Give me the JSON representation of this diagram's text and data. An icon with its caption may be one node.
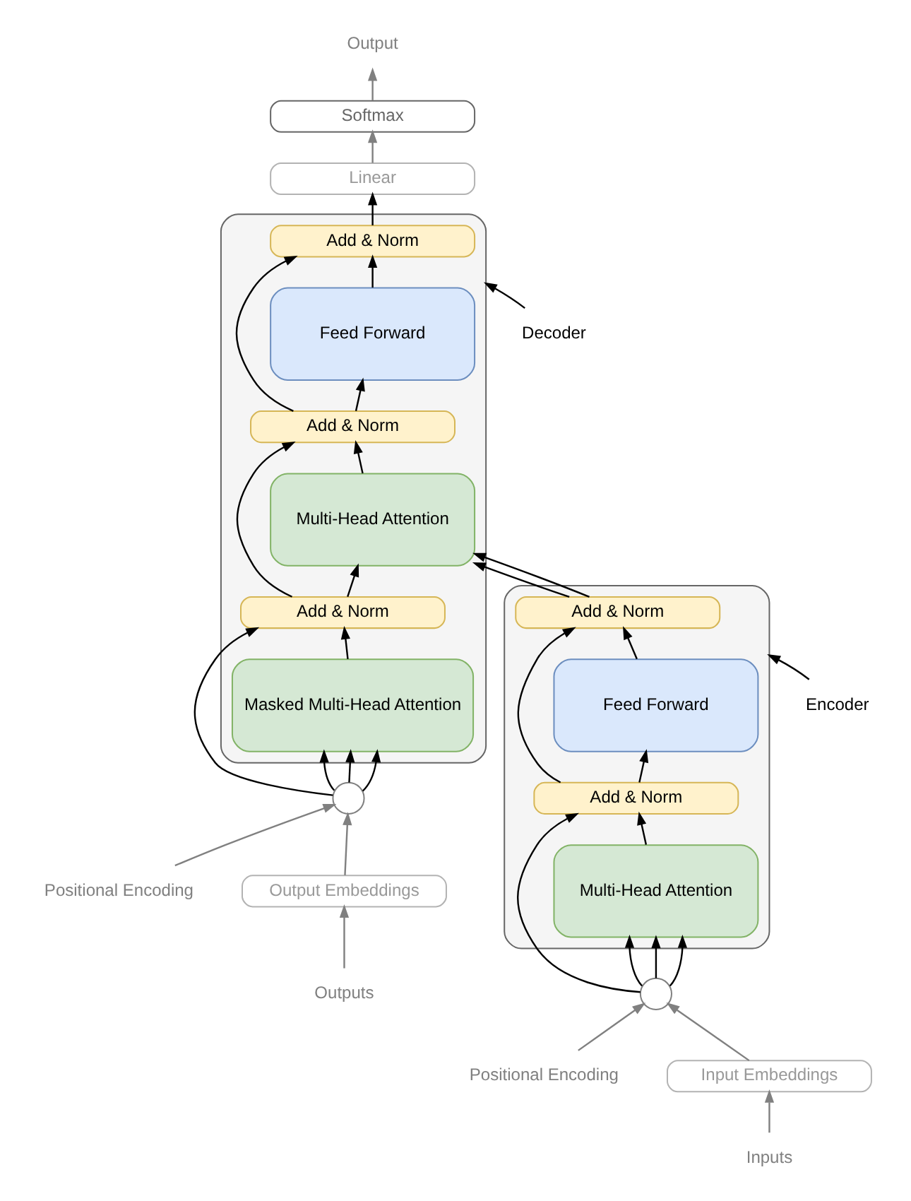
{
  "diagram": {
    "nodes": [
      {
        "text": [
          "Output"
        ]
      },
      {
        "text": [
          "Softmax"
        ]
      },
      {
        "text": [
          "Linear"
        ]
      },
      {
        "text": [
          "Decoder"
        ]
      },
      {
        "text": [],
        "shape": "box"
      },
      {
        "text": [
          "Add & Norm"
        ],
        "in": 4
      },
      {
        "text": [
          "Feed Forward"
        ],
        "in": 4
      },
      {
        "text": [
          "Add & Norm"
        ],
        "in": 4
      },
      {
        "text": [
          "Multi-Head Attention"
        ],
        "in": 4
      },
      {
        "text": [
          "Add & Norm"
        ],
        "in": 4
      },
      {
        "text": [
          "Masked Multi-Head Attention"
        ],
        "in": 4
      },
      {
        "text": [
          "Encoder"
        ]
      },
      {
        "text": [],
        "shape": "box"
      },
      {
        "text": [
          "Add & Norm"
        ],
        "in": 12
      },
      {
        "text": [
          "Feed Forward"
        ],
        "in": 12
      },
      {
        "text": [
          "Add & Norm"
        ],
        "in": 12
      },
      {
        "text": [
          "Multi-Head Attention"
        ],
        "in": 12
      },
      {
        "text": [
          "Positional Encoding"
        ]
      },
      {
        "text": [],
        "shape": "circle"
      },
      {
        "text": [],
        "shape": "circle"
      },
      {
        "text": [
          "Positional Encoding"
        ]
      },
      {
        "text": [
          "Input Embeddings"
        ]
      },
      {
        "text": [
          "Output Embeddings"
        ]
      },
      {
        "text": [
          "Inputs"
        ]
      },
      {
        "text": [
          "Outputs"
        ]
      }
    ],
    "edges": [
      {
        "from": 23,
        "to": 21,
        "arrow": "to",
        "color": "#808080"
      },
      {
        "from": 21,
        "to": 18,
        "arrow": "to",
        "color": "#808080"
      },
      {
        "from": 17,
        "to": 18,
        "arrow": "to",
        "color": "#808080"
      },
      {
        "from": 18,
        "to": 16,
        "arrow": "to"
      },
      {
        "from": 18,
        "to": 16,
        "arrow": "to"
      },
      {
        "from": 18,
        "to": 16,
        "arrow": "to"
      },
      {
        "from": 18,
        "to": 15,
        "arrow": "to"
      },
      {
        "from": 16,
        "to": 15,
        "arrow": "to"
      },
      {
        "from": 15,
        "to": 14,
        "arrow": "to"
      },
      {
        "from": 15,
        "to": 13,
        "arrow": "to"
      },
      {
        "from": 14,
        "to": 13,
        "arrow": "to"
      },
      {
        "from": 13,
        "to": 8,
        "arrow": "to"
      },
      {
        "from": 13,
        "to": 8,
        "arrow": "to"
      },
      {
        "from": 11,
        "to": 12,
        "arrow": "to"
      },
      {
        "from": 24,
        "to": 22,
        "arrow": "to",
        "color": "#808080"
      },
      {
        "from": 22,
        "to": 19,
        "arrow": "to",
        "color": "#808080"
      },
      {
        "from": 20,
        "to": 19,
        "arrow": "to",
        "color": "#808080"
      },
      {
        "from": 19,
        "to": 10,
        "arrow": "to"
      },
      {
        "from": 19,
        "to": 10,
        "arrow": "to"
      },
      {
        "from": 19,
        "to": 10,
        "arrow": "to"
      },
      {
        "from": 19,
        "to": 9,
        "arrow": "to"
      },
      {
        "from": 10,
        "to": 9,
        "arrow": "to"
      },
      {
        "from": 9,
        "to": 8,
        "arrow": "to"
      },
      {
        "from": 9,
        "to": 7,
        "arrow": "to"
      },
      {
        "from": 8,
        "to": 7,
        "arrow": "to"
      },
      {
        "from": 7,
        "to": 6,
        "arrow": "to"
      },
      {
        "from": 7,
        "to": 5,
        "arrow": "to"
      },
      {
        "from": 6,
        "to": 5,
        "arrow": "to"
      },
      {
        "from": 5,
        "to": 2,
        "arrow": "to"
      },
      {
        "from": 2,
        "to": 1,
        "arrow": "to",
        "color": "#808080"
      },
      {
        "from": 1,
        "to": 0,
        "arrow": "to",
        "color": "#808080"
      },
      {
        "from": 3,
        "to": 4,
        "arrow": "to"
      }
    ]
  }
}
